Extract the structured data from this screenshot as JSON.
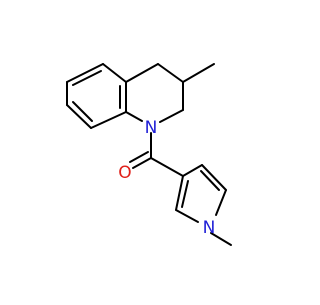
{
  "molecule": {
    "atom_labels": {
      "ring_nitrogen": "N",
      "carbonyl_oxygen": "O",
      "pyrrole_nitrogen": "N"
    },
    "colors": {
      "bond": "#000000",
      "nitrogen": "#1f1fd6",
      "oxygen": "#e0201a",
      "background": "#ffffff"
    }
  }
}
